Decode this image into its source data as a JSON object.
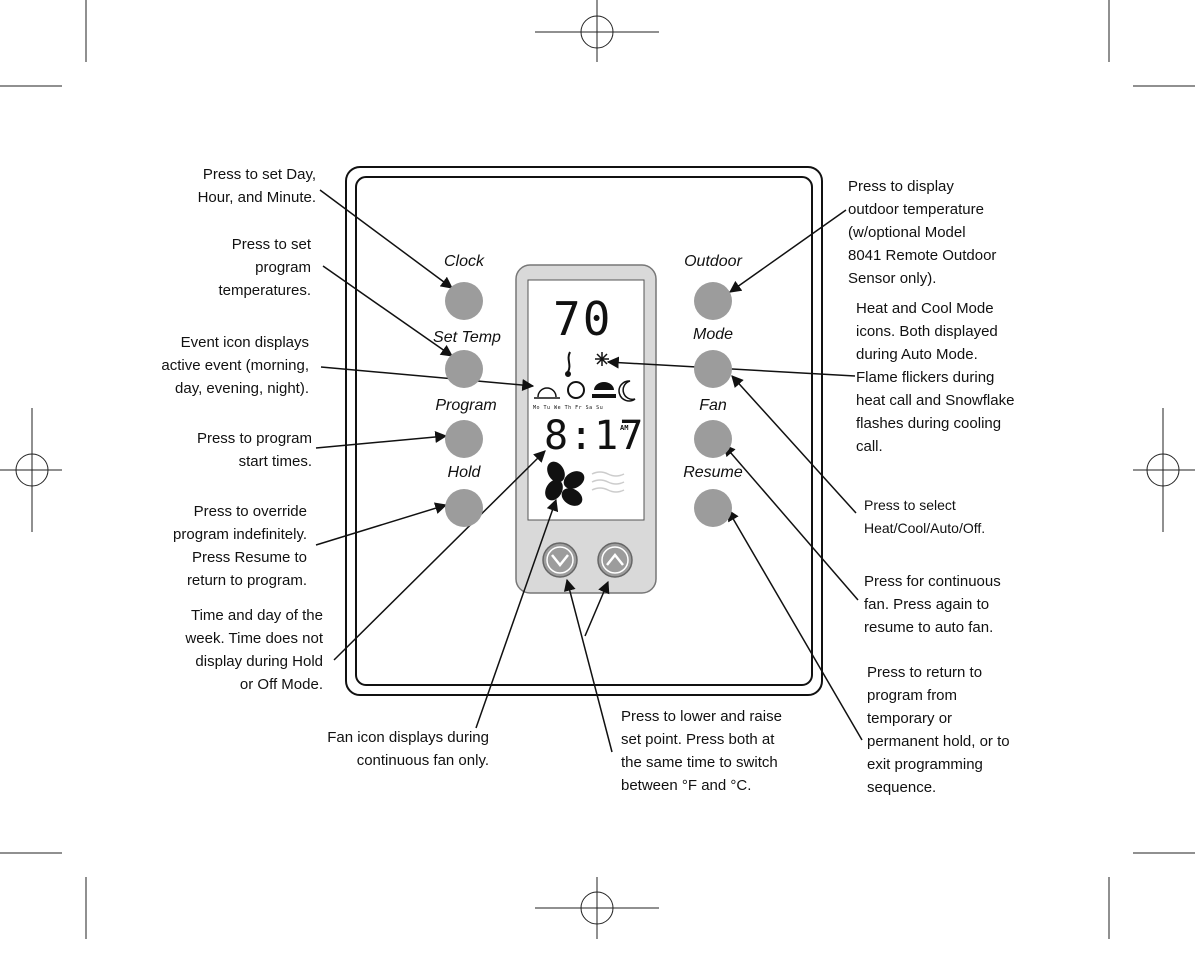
{
  "device": {
    "display": {
      "setpoint": "70",
      "time": "8:17",
      "ampm": "AM",
      "days": "Mo Tu We Th Fr Sa Su"
    },
    "buttons": {
      "clock": "Clock",
      "set_temp": "Set Temp",
      "program": "Program",
      "hold": "Hold",
      "outdoor": "Outdoor",
      "mode": "Mode",
      "fan": "Fan",
      "resume": "Resume"
    },
    "arrows": {
      "down": "down-arrow-icon",
      "up": "up-arrow-icon"
    }
  },
  "callouts": {
    "clock": [
      "Press to set Day,",
      "Hour, and Minute."
    ],
    "set_temp": [
      "Press to set",
      "program",
      "temperatures."
    ],
    "event_icon": [
      "Event icon displays",
      "active event (morning,",
      "day, evening, night)."
    ],
    "program": [
      "Press to program",
      "start times."
    ],
    "hold": [
      "Press to override",
      "program indefinitely.",
      "Press Resume to",
      "return to program."
    ],
    "time_day": [
      "Time and day of the",
      "week. Time does not",
      "display during Hold",
      "or Off Mode."
    ],
    "fan_icon": [
      "Fan icon displays during",
      "continuous fan only."
    ],
    "up_down": [
      "Press to lower and raise",
      "set point. Press both at",
      "the same time to switch",
      "between °F and °C."
    ],
    "outdoor": [
      "Press to display",
      "outdoor temperature",
      "(w/optional Model",
      "8041 Remote Outdoor",
      "Sensor only)."
    ],
    "heat_cool": [
      "Heat and Cool Mode",
      "icons.  Both displayed",
      "during Auto Mode.",
      "Flame flickers during",
      "heat call and Snowflake",
      "flashes during cooling",
      "call."
    ],
    "mode": [
      "Press to select",
      "Heat/Cool/Auto/Off."
    ],
    "fan": [
      "Press for continuous",
      "fan.  Press again to",
      "resume to auto fan."
    ],
    "resume": [
      "Press to return to",
      "program from",
      "temporary or",
      "permanent hold, or to",
      "exit programming",
      "sequence."
    ]
  }
}
